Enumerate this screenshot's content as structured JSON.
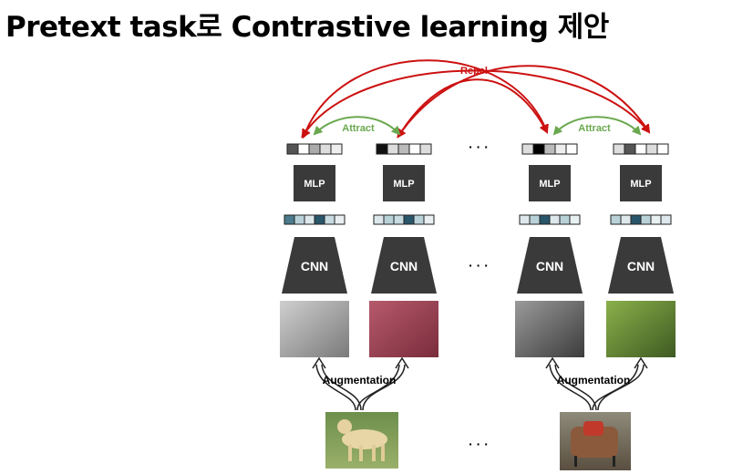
{
  "title": "Pretext task로 Contrastive learning 제안",
  "labels": {
    "repel": "Repel",
    "attract": "Attract",
    "mlp": "MLP",
    "cnn": "CNN",
    "augmentation": "Augmentation",
    "ellipsis": "· · ·"
  },
  "colors": {
    "repel": "#cc1111",
    "attract": "#6aa84f",
    "block": "#3a3a3a"
  },
  "columns": [
    {
      "image": "dog-grayscale-crop",
      "output_cells": [
        "#555555",
        "#ffffff",
        "#aaaaaa",
        "#dddddd",
        "#eeeeee"
      ],
      "feature_cells": [
        "#4b7b8c",
        "#b9d2da",
        "#dde8ec",
        "#29566a",
        "#c7dbe1",
        "#e8f0f2"
      ]
    },
    {
      "image": "dog-legs-red-tint-crop",
      "output_cells": [
        "#111111",
        "#dddddd",
        "#bbbbbb",
        "#ffffff",
        "#dddddd"
      ],
      "feature_cells": [
        "#dde8ec",
        "#b9d2da",
        "#c7dbe1",
        "#29566a",
        "#b9d2da",
        "#e8f0f2"
      ]
    },
    {
      "image": "chair-grayscale-crop",
      "output_cells": [
        "#dddddd",
        "#000000",
        "#bbbbbb",
        "#eeeeee",
        "#ffffff"
      ],
      "feature_cells": [
        "#dde8ec",
        "#b9d2da",
        "#29566a",
        "#dde8ec",
        "#b9d2da",
        "#e8f0f2"
      ]
    },
    {
      "image": "chair-green-tint-crop",
      "output_cells": [
        "#dddddd",
        "#555555",
        "#ffffff",
        "#dddddd",
        "#ffffff"
      ],
      "feature_cells": [
        "#b9d2da",
        "#dde8ec",
        "#29566a",
        "#b9d2da",
        "#e8f0f2",
        "#dde8ec"
      ]
    }
  ],
  "source_images": [
    "dog-photo",
    "armchair-photo"
  ]
}
